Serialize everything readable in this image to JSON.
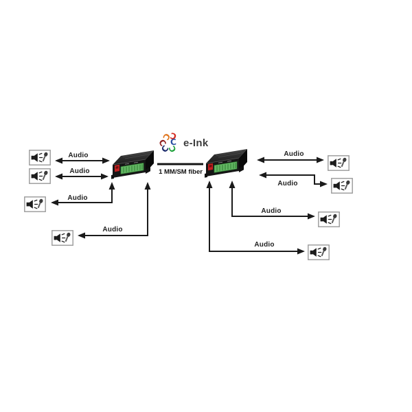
{
  "brand": {
    "name": "e-Ink"
  },
  "fiber": {
    "label": "1 MM/SM fiber"
  },
  "devices": [
    {
      "id": "left"
    },
    {
      "id": "right"
    }
  ],
  "connections": [
    {
      "id": "left-1",
      "label": "Audio",
      "bidirectional": true
    },
    {
      "id": "left-2",
      "label": "Audio",
      "bidirectional": true
    },
    {
      "id": "left-3",
      "label": "Audio",
      "bidirectional": true
    },
    {
      "id": "left-4",
      "label": "Audio",
      "bidirectional": true
    },
    {
      "id": "right-1",
      "label": "Audio",
      "bidirectional": true
    },
    {
      "id": "right-2",
      "label": "Audio",
      "bidirectional": true
    },
    {
      "id": "right-3",
      "label": "Audio",
      "bidirectional": true
    },
    {
      "id": "right-4",
      "label": "Audio",
      "bidirectional": true
    }
  ],
  "colors": {
    "line": "#1a1a1a",
    "fiber_port_red": "#c42020",
    "terminal_green": "#63b663",
    "logo_colors": [
      "#e0761f",
      "#d3281e",
      "#8f1f1f",
      "#2a4fa2",
      "#1b2a6b",
      "#1fa23c"
    ]
  }
}
